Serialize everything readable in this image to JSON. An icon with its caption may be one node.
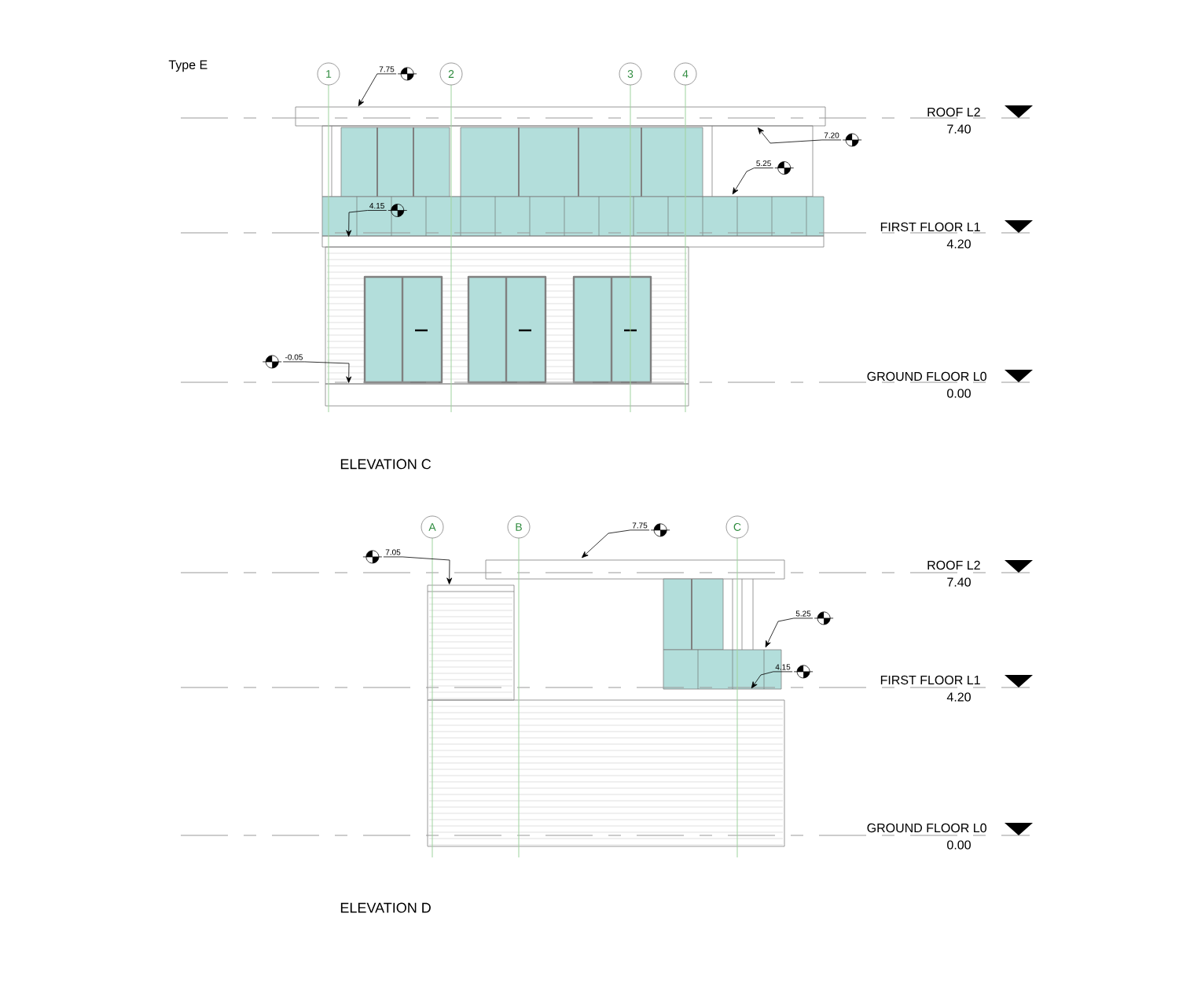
{
  "diagram": {
    "nodes": [
      {
        "text": [
          "1"
        ]
      },
      {
        "text": [
          "7.75"
        ]
      },
      {
        "text": [
          "2"
        ]
      },
      {
        "text": [
          "3"
        ]
      },
      {
        "text": [
          "4"
        ]
      },
      {
        "text": [
          "7.20"
        ]
      },
      {
        "text": [
          "5.25"
        ],
        "in": 16
      },
      {
        "text": [
          "4.15"
        ],
        "in": 16
      },
      {
        "text": [
          "-0.05"
        ]
      },
      {
        "text": [
          "A"
        ]
      },
      {
        "text": [
          "B"
        ]
      },
      {
        "text": [
          "7.75"
        ]
      },
      {
        "text": [
          "C"
        ]
      },
      {
        "text": [
          "7.05"
        ]
      },
      {
        "text": [
          "5.25"
        ]
      },
      {
        "text": [
          "4.15"
        ]
      },
      {
        "text": [],
        "shape": "picture"
      },
      {
        "text": [],
        "shape": "picture"
      }
    ],
    "edges": [
      {
        "from": 1,
        "to": 16,
        "arrow": "to"
      },
      {
        "from": 5,
        "to": 16,
        "arrow": "to"
      },
      {
        "from": 6,
        "to": 16,
        "arrow": "to"
      },
      {
        "from": 7,
        "to": 16,
        "arrow": "to"
      },
      {
        "from": 8,
        "to": 16,
        "arrow": "to"
      },
      {
        "from": 11,
        "to": 17,
        "arrow": "to"
      },
      {
        "from": 13,
        "to": 17,
        "arrow": "to"
      },
      {
        "from": 14,
        "to": 17,
        "arrow": "to"
      },
      {
        "from": 15,
        "to": 17,
        "arrow": "to"
      }
    ],
    "labels": [
      "Type E",
      "ROOF L2",
      "7.40",
      "FIRST FLOOR L1",
      "4.20",
      "GROUND FLOOR L0",
      "0.00",
      "ELEVATION C",
      "ROOF L2",
      "7.40",
      "FIRST FLOOR L1",
      "4.20",
      "GROUND FLOOR L0",
      "0.00",
      "ELEVATION D"
    ]
  }
}
